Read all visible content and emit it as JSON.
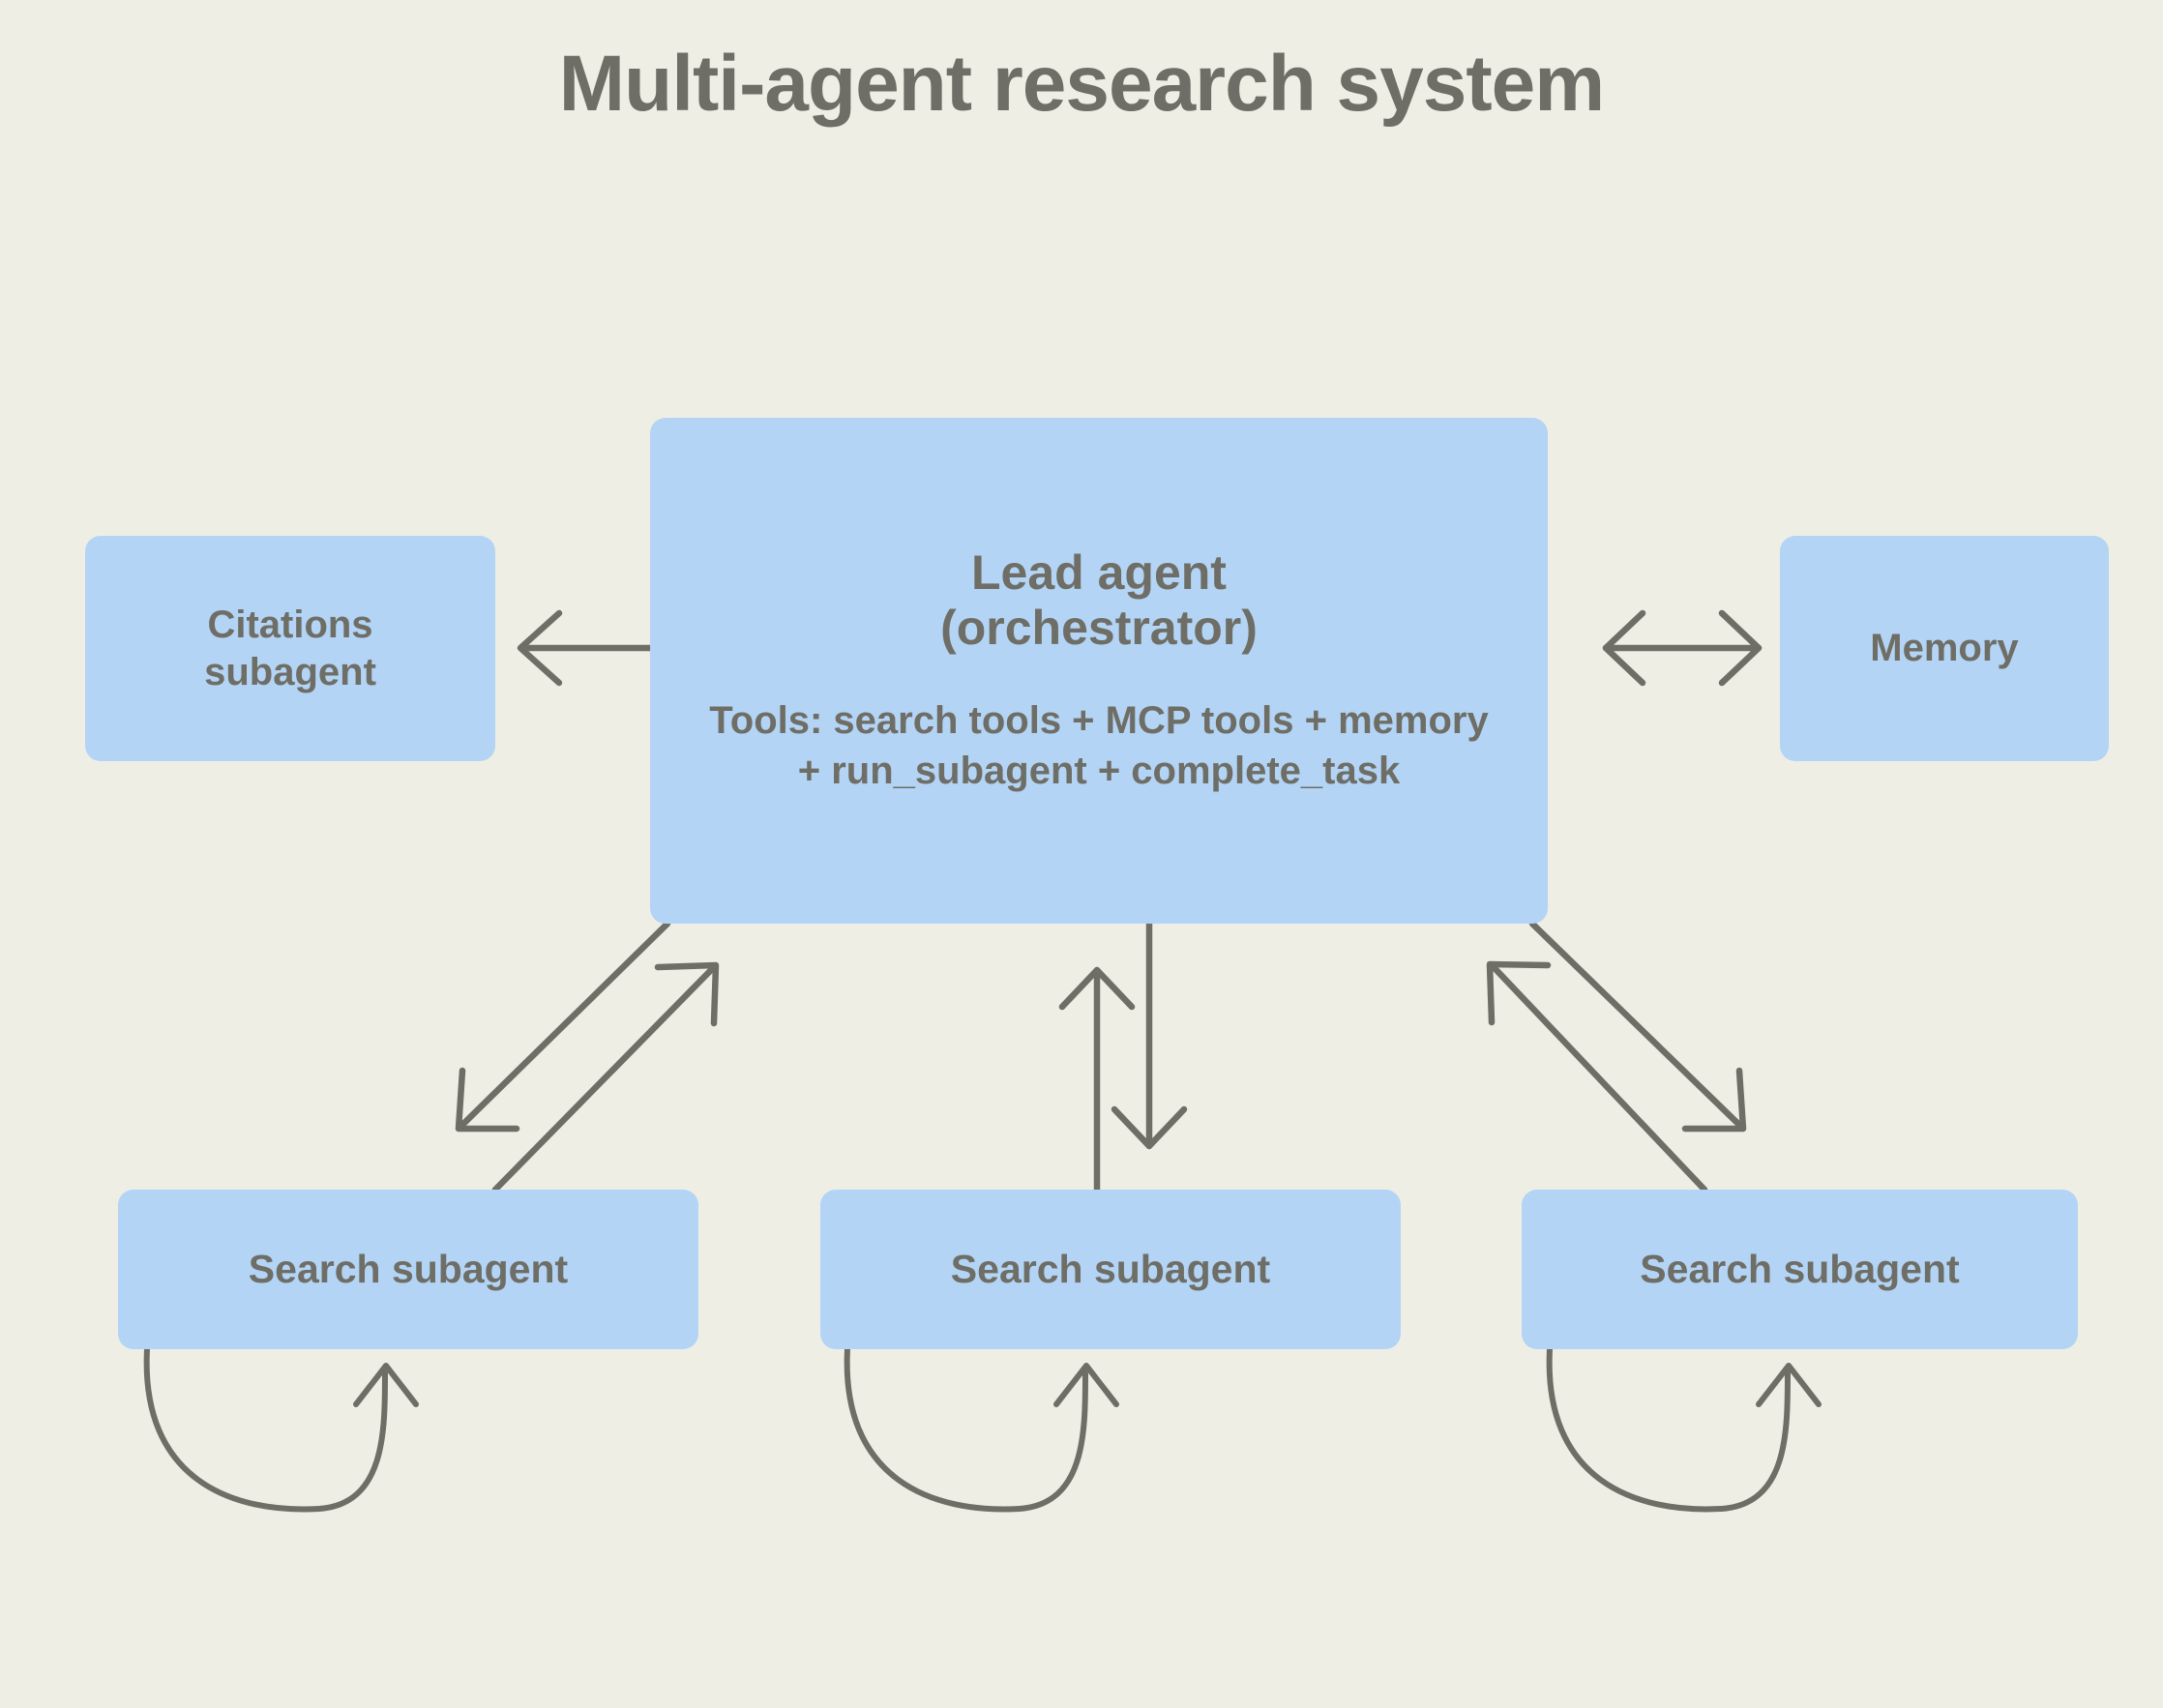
{
  "diagram": {
    "title": "Multi-agent research system",
    "background_color": "#eeeee5",
    "node_color": "#b3d4f5",
    "text_color": "#6e6e66",
    "edge_color": "#6e6e66"
  },
  "nodes": {
    "lead_agent": {
      "title_line1": "Lead agent",
      "title_line2": "(orchestrator)",
      "tools_text": "Tools: search tools + MCP tools + memory + run_subagent + complete_task"
    },
    "citations_subagent": {
      "label_line1": "Citations",
      "label_line2": "subagent"
    },
    "memory": {
      "label": "Memory"
    },
    "search_subagents": [
      {
        "label": "Search subagent"
      },
      {
        "label": "Search subagent"
      },
      {
        "label": "Search subagent"
      }
    ]
  },
  "edges": [
    {
      "name": "lead-to-citations",
      "from": "lead_agent",
      "to": "citations_subagent",
      "direction": "one-way"
    },
    {
      "name": "lead-to-memory",
      "from": "lead_agent",
      "to": "memory",
      "direction": "two-way"
    },
    {
      "name": "lead-to-search-1-out",
      "from": "lead_agent",
      "to": "search_subagent_1",
      "direction": "one-way"
    },
    {
      "name": "search-1-to-lead-in",
      "from": "search_subagent_1",
      "to": "lead_agent",
      "direction": "one-way"
    },
    {
      "name": "lead-to-search-2-out",
      "from": "lead_agent",
      "to": "search_subagent_2",
      "direction": "one-way"
    },
    {
      "name": "search-2-to-lead-in",
      "from": "search_subagent_2",
      "to": "lead_agent",
      "direction": "one-way"
    },
    {
      "name": "lead-to-search-3-out",
      "from": "lead_agent",
      "to": "search_subagent_3",
      "direction": "one-way"
    },
    {
      "name": "search-3-to-lead-in",
      "from": "search_subagent_3",
      "to": "lead_agent",
      "direction": "one-way"
    },
    {
      "name": "search-1-self-loop",
      "from": "search_subagent_1",
      "to": "search_subagent_1",
      "direction": "self-loop"
    },
    {
      "name": "search-2-self-loop",
      "from": "search_subagent_2",
      "to": "search_subagent_2",
      "direction": "self-loop"
    },
    {
      "name": "search-3-self-loop",
      "from": "search_subagent_3",
      "to": "search_subagent_3",
      "direction": "self-loop"
    }
  ]
}
